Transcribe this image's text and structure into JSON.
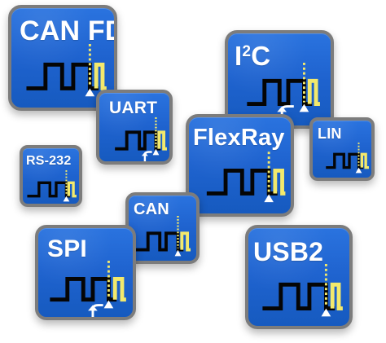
{
  "tiles": {
    "can_fd": {
      "title": "CAN FD"
    },
    "i2c": {
      "title_main": "I",
      "title_superscript": "2",
      "title_suffix": "C"
    },
    "uart": {
      "title": "UART"
    },
    "flexray": {
      "title": "FlexRay"
    },
    "lin": {
      "title": "LIN"
    },
    "rs232": {
      "title": "RS-232"
    },
    "can": {
      "title": "CAN"
    },
    "spi": {
      "title": "SPI"
    },
    "usb2": {
      "title": "USB2"
    }
  },
  "colors": {
    "tile_blue": "#1f63cf",
    "tile_border": "#7c7c7c",
    "signal_black": "#050505",
    "signal_yellow": "#f3e96c",
    "marker_white": "#ffffff"
  },
  "icons": [
    "signal-waveform-icon",
    "trigger-marker-icon",
    "return-arrow-icon"
  ]
}
